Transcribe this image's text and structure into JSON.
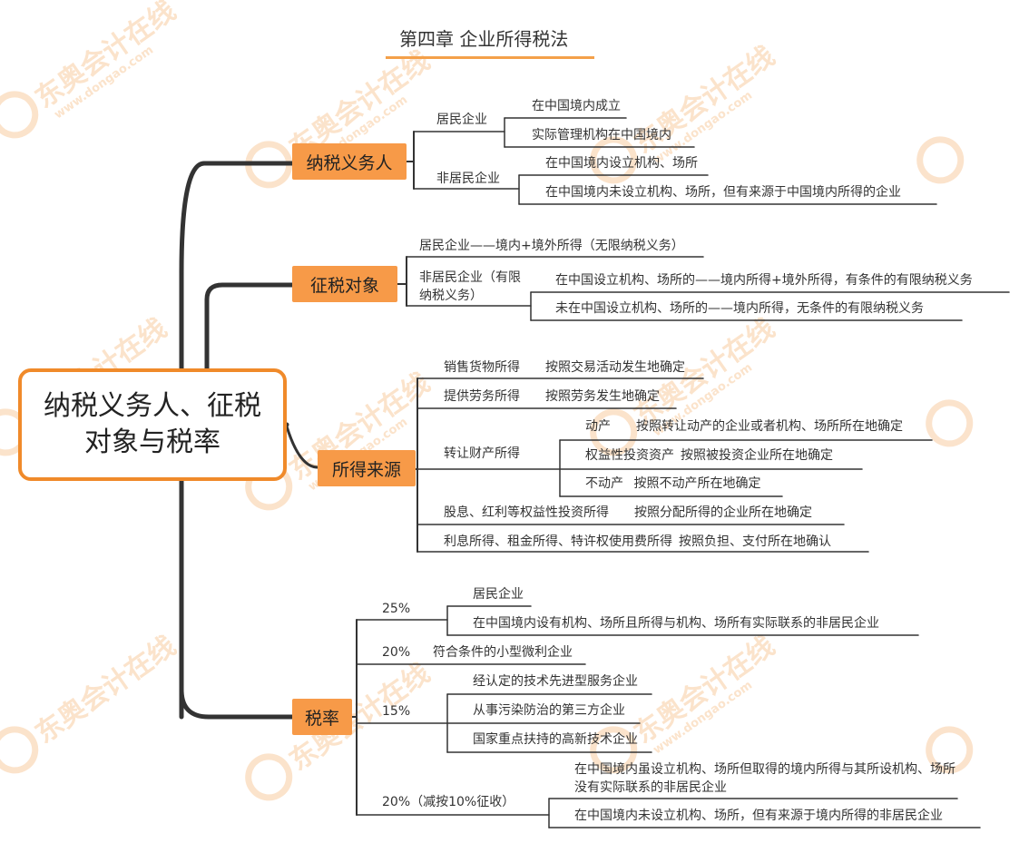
{
  "title": "第四章 企业所得税法",
  "watermark": {
    "brand": "东奥会计在线",
    "url": "www.dongao.com"
  },
  "root": "纳税义务人、征税对象与税率",
  "branches": {
    "taxpayer": {
      "label": "纳税义务人",
      "resident": {
        "label": "居民企业",
        "items": [
          "在中国境内成立",
          "实际管理机构在中国境内"
        ]
      },
      "nonresident": {
        "label": "非居民企业",
        "items": [
          "在中国境内设立机构、场所",
          "在中国境内未设立机构、场所，但有来源于中国境内所得的企业"
        ]
      }
    },
    "object": {
      "label": "征税对象",
      "resident": "居民企业——境内+境外所得（无限纳税义务）",
      "nonresident": {
        "label": "非居民企业（有限纳税义务）",
        "items": [
          "在中国设立机构、场所的——境内所得+境外所得，有条件的有限纳税义务",
          "未在中国设立机构、场所的——境内所得，无条件的有限纳税义务"
        ]
      }
    },
    "source": {
      "label": "所得来源",
      "goods": "销售货物所得　　按照交易活动发生地确定",
      "services": "提供劳务所得　　按照劳务发生地确定",
      "property": {
        "label": "转让财产所得",
        "items": [
          "动产　　按照转让动产的企业或者机构、场所所在地确定",
          "权益性投资资产 按照被投资企业所在地确定",
          "不动产  按照不动产所在地确定"
        ]
      },
      "dividend": "股息、红利等权益性投资所得　　按照分配所得的企业所在地确定",
      "interest": "利息所得、租金所得、特许权使用费所得 按照负担、支付所在地确认"
    },
    "rate": {
      "label": "税率",
      "r25": {
        "label": "25%",
        "items": [
          "居民企业",
          "在中国境内设有机构、场所且所得与机构、场所有实际联系的非居民企业"
        ]
      },
      "r20": {
        "label": "20%",
        "item": "符合条件的小型微利企业"
      },
      "r15": {
        "label": "15%",
        "items": [
          "经认定的技术先进型服务企业",
          "从事污染防治的第三方企业",
          "国家重点扶持的高新技术企业"
        ]
      },
      "r20b": {
        "label": "20%（减按10%征收）",
        "items": [
          "在中国境内虽设立机构、场所但取得的境内所得与其所设机构、场所没有实际联系的非居民企业",
          "在中国境内未设立机构、场所，但有来源于境内所得的非居民企业"
        ]
      }
    }
  },
  "colors": {
    "accent": "#f79a48",
    "rootBorder": "#f08a2a",
    "line": "#333333",
    "watermark": "#fbe0c6"
  }
}
